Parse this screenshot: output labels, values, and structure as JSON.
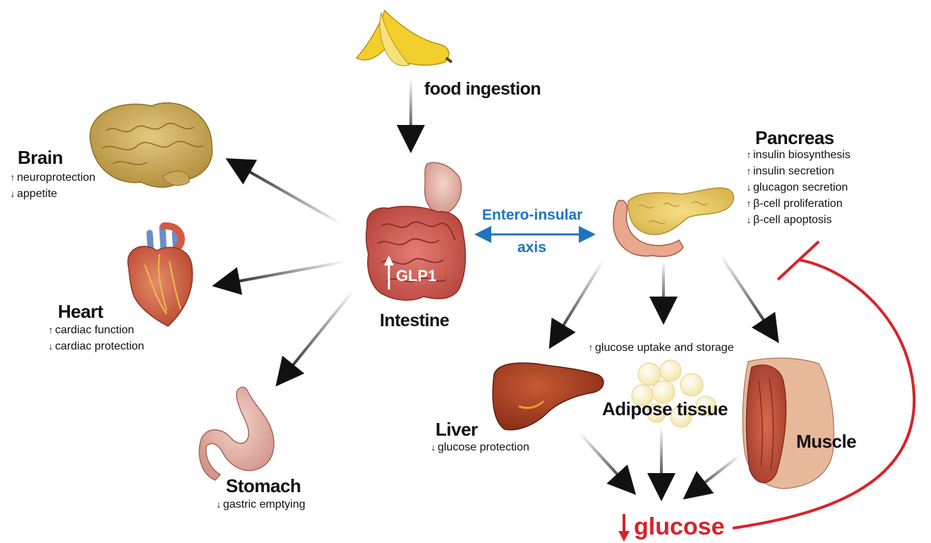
{
  "food": {
    "label": "food ingestion"
  },
  "intestine": {
    "label": "Intestine",
    "hormone": "GLP1"
  },
  "axis": {
    "line1": "Entero-insular",
    "line2": "axis"
  },
  "brain": {
    "title": "Brain",
    "effects": [
      {
        "dir": "up",
        "text": "neuroprotection"
      },
      {
        "dir": "down",
        "text": "appetite"
      }
    ]
  },
  "heart": {
    "title": "Heart",
    "effects": [
      {
        "dir": "up",
        "text": "cardiac function"
      },
      {
        "dir": "down",
        "text": "cardiac protection"
      }
    ]
  },
  "stomach": {
    "title": "Stomach",
    "effects": [
      {
        "dir": "down",
        "text": "gastric emptying"
      }
    ]
  },
  "pancreas": {
    "title": "Pancreas",
    "effects": [
      {
        "dir": "up",
        "text": "insulin biosynthesis"
      },
      {
        "dir": "up",
        "text": "insulin secretion"
      },
      {
        "dir": "down",
        "text": "glucagon secretion"
      },
      {
        "dir": "up",
        "text": "β-cell proliferation"
      },
      {
        "dir": "down",
        "text": "β-cell apoptosis"
      }
    ]
  },
  "uptake": {
    "dir": "up",
    "text": "glucose uptake and storage"
  },
  "liver": {
    "title": "Liver",
    "effects": [
      {
        "dir": "down",
        "text": "glucose protection"
      }
    ]
  },
  "adipose": {
    "title": "Adipose tissue"
  },
  "muscle": {
    "title": "Muscle"
  },
  "glucose": {
    "dir": "down",
    "text": "glucose"
  },
  "colors": {
    "blue": "#1f74bd",
    "red": "#d9222a",
    "arrow": "#111111"
  }
}
